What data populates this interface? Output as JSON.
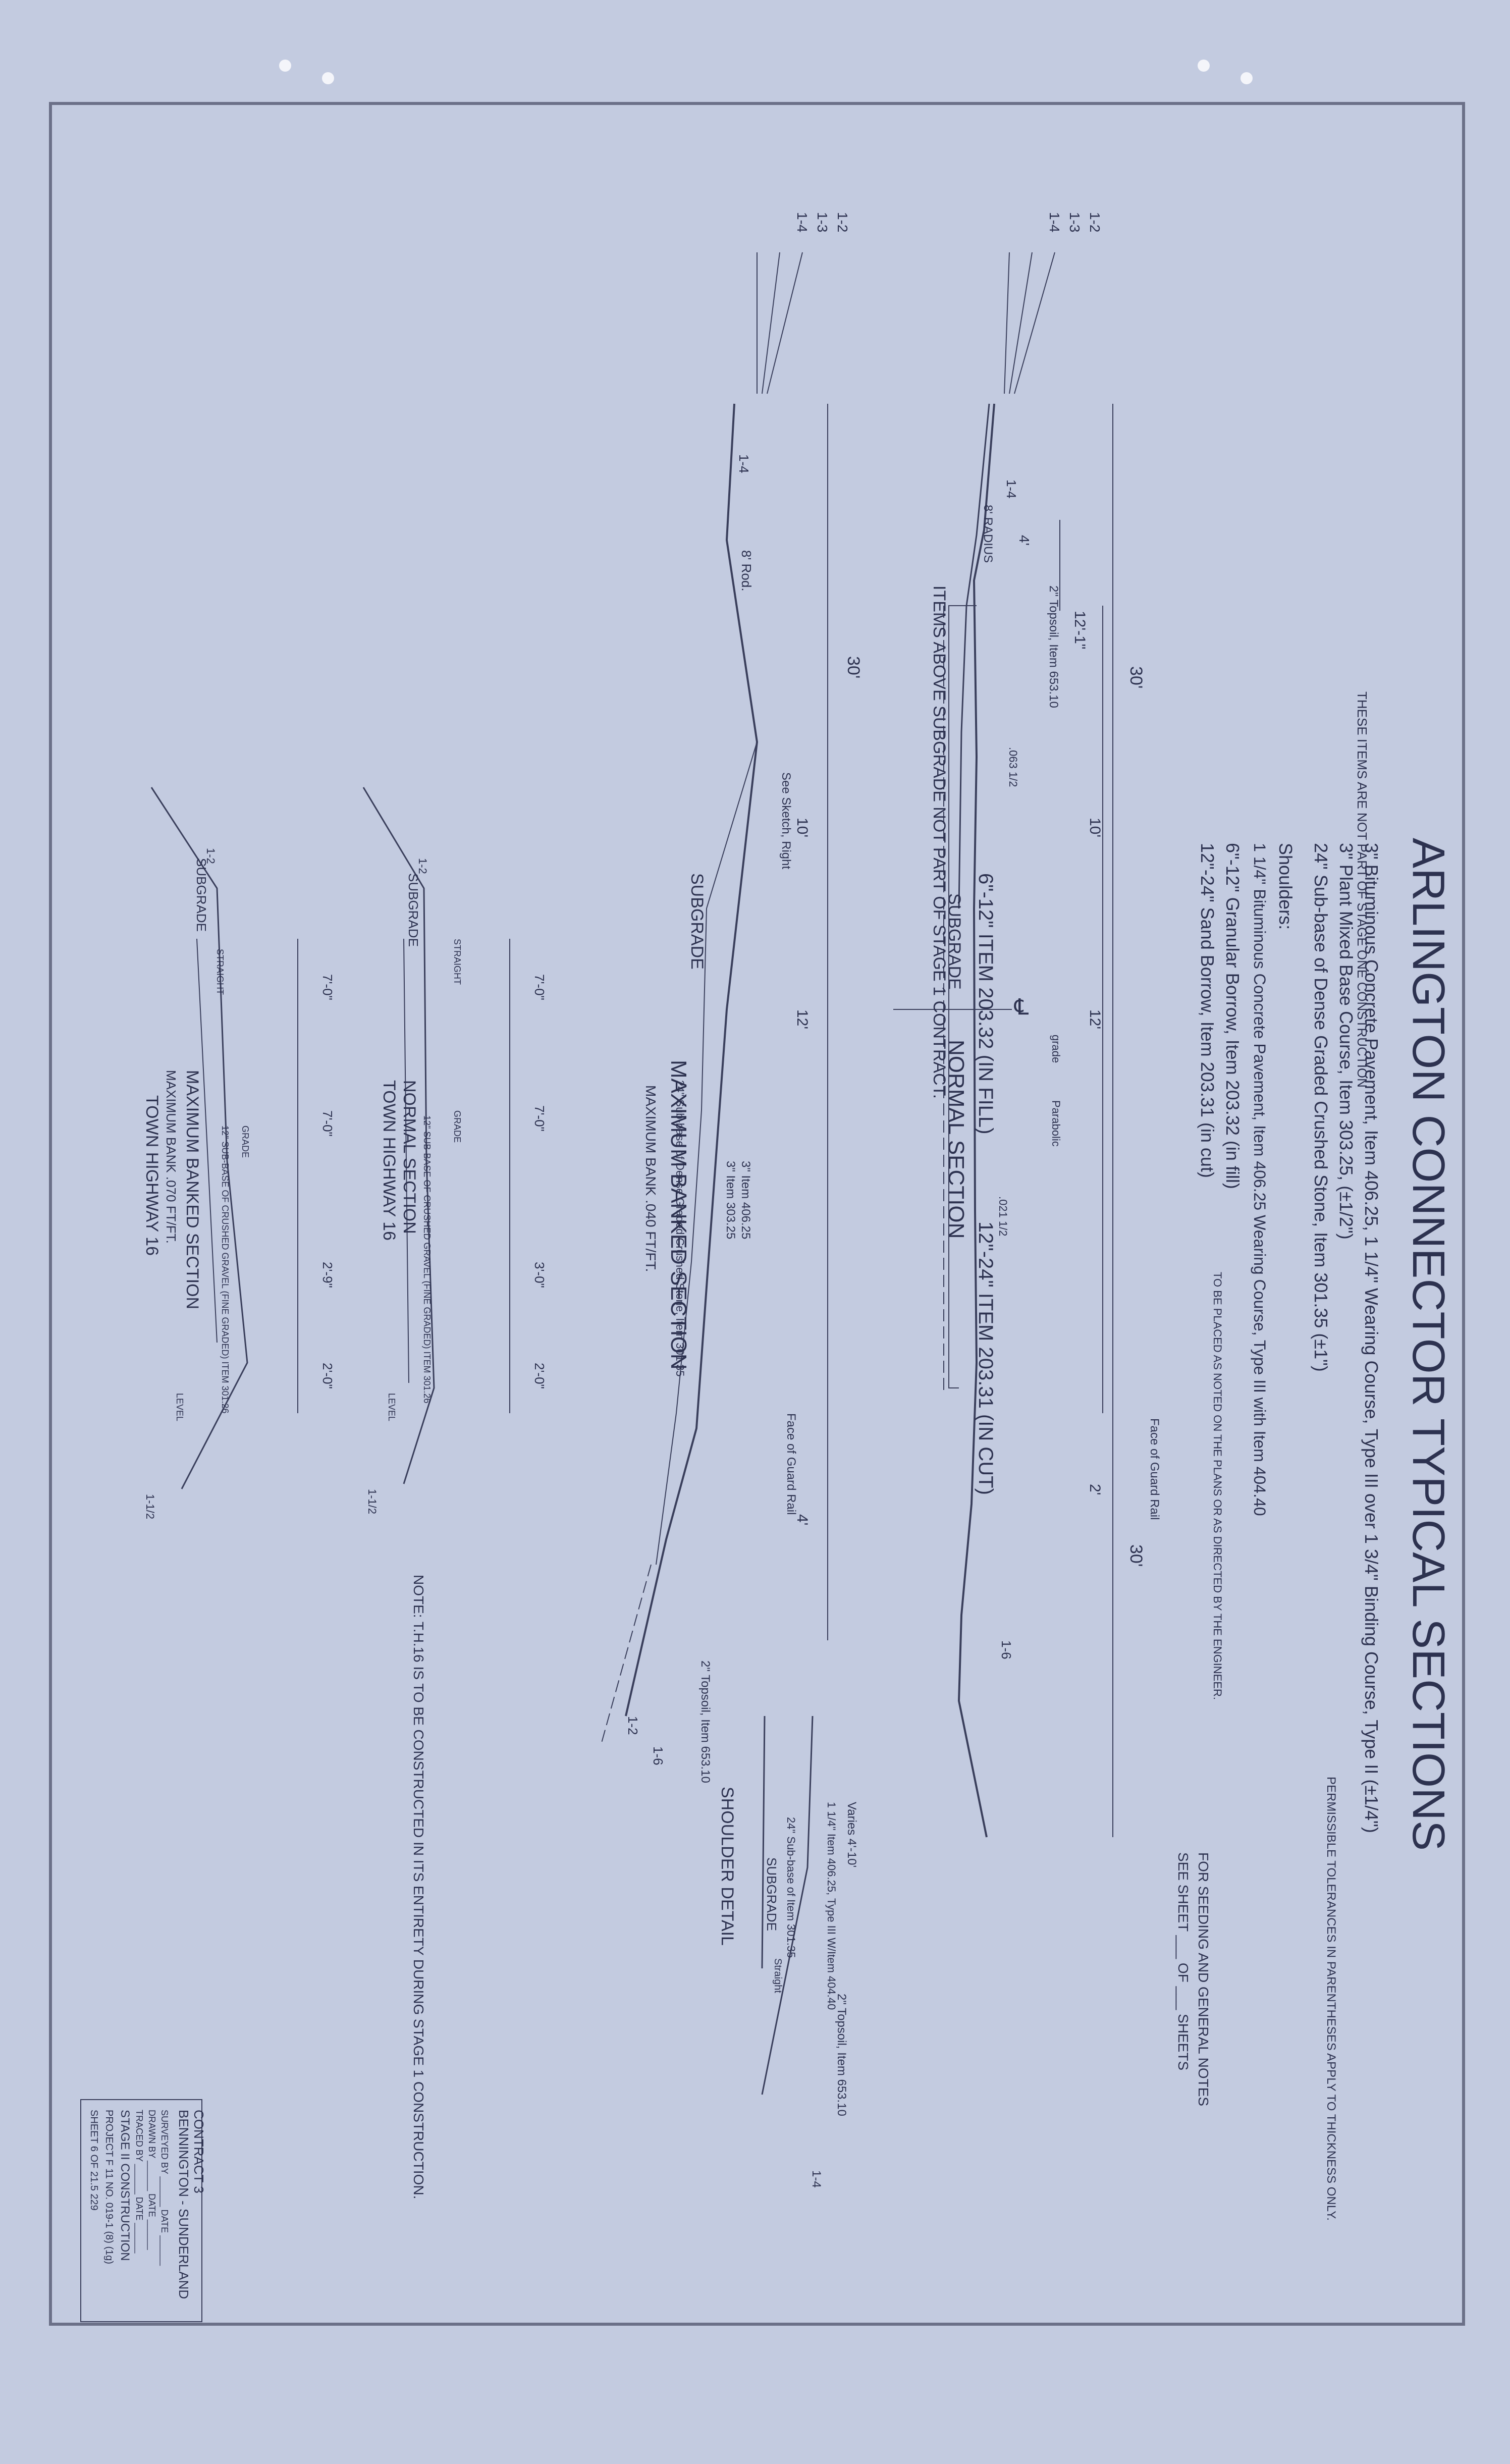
{
  "title": "ARLINGTON CONNECTOR TYPICAL SECTIONS",
  "items": {
    "line1": "3\" Bituminous Concrete Pavement, Item 406.25, 1 1/4\" Wearing Course, Type III over 1 3/4\" Binding Course, Type II (±1/4\")",
    "line2": "3\" Plant Mixed Base Course, Item 303.25, (±1/2\")",
    "line3": "24\" Sub-base of Dense Graded Crushed Stone, Item 301.35 (±1\")",
    "tolerance_note": "PERMISSIBLE TOLERANCES IN PARENTHESES APPLY TO THICKNESS ONLY.",
    "not_part_note": "THESE ITEMS ARE NOT PART OF STAGE ONE CONSTRUCTION",
    "shoulders_label": "Shoulders:",
    "shoulder_line1": "1 1/4\" Bituminous Concrete Pavement, Item 406.25 Wearing Course, Type III with Item 404.40",
    "shoulder_line2": "6\"-12\" Granular Borrow, Item 203.32 (in fill)",
    "shoulder_line3": "12\"-24\" Sand Borrow, Item 203.31 (in cut)",
    "placement_note": "TO BE PLACED AS NOTED ON THE PLANS OR AS DIRECTED BY THE ENGINEER."
  },
  "seeding_note": {
    "line1": "FOR SEEDING AND GENERAL NOTES",
    "line2": "SEE SHEET ___ OF ___ SHEETS"
  },
  "normal_section": {
    "title": "NORMAL SECTION",
    "subgrade": "SUBGRADE",
    "above_subgrade_note": "ITEMS ABOVE SUBGRADE NOT PART OF STAGE 1 CONTRACT.",
    "fill_item": "6\"-12\" ITEM 203.32 (IN FILL)",
    "cut_item": "12\"-24\" ITEM 203.31 (IN CUT)",
    "dim_30_left": "30'",
    "dim_30_right": "30'",
    "dim_12_1": "12'-1\"",
    "dim_10": "10'",
    "dim_12": "12'",
    "dim_2": "2'",
    "dim_4": "4'",
    "radius": "8' RADIUS",
    "topsoil": "2\" Topsoil, Item 653.10",
    "slope_14": "1-4",
    "slope_16": "1-6",
    "guard_rail": "Face of Guard Rail",
    "parabolic": "Parabolic",
    "grade": "grade",
    "crown": ".021 1/2",
    "shoulder_slope": ".063 1/2",
    "cl": "℄"
  },
  "banked_section": {
    "title": "MAXIMUM BANKED SECTION",
    "subtitle": "MAXIMUM BANK .040 FT/FT.",
    "subgrade": "SUBGRADE",
    "dim_30": "30'",
    "dim_10": "10'",
    "dim_12": "12'",
    "dim_4": "4'",
    "rod": "8' Rod.",
    "see_sketch": "See Sketch, Right",
    "subbase": "24\" Sub-base of Dense Graded Crushed Stone, Item 301.35",
    "item1": "3\" Item 406.25",
    "item2": "3\" Item 303.25",
    "topsoil": "2\" Topsoil, Item 653.10",
    "guard_rail": "Face of Guard Rail",
    "slope_14": "1-4",
    "slope_16": "1-6",
    "slope_12": "1-2"
  },
  "shoulder_detail": {
    "title": "SHOULDER DETAIL",
    "varies": "Varies 4'-10'",
    "item": "1 1/4\" Item 406.25, Type III W/Item 404.40",
    "subbase": "24\" Sub-base of Item 301.35",
    "subgrade": "SUBGRADE",
    "straight": "Straight",
    "topsoil": "2\" Topsoil, Item 653.10",
    "slope": "1-4"
  },
  "th_normal": {
    "title": "NORMAL SECTION",
    "subtitle": "TOWN HIGHWAY 16",
    "subgrade": "SUBGRADE",
    "dim_7a": "7'-0\"",
    "dim_7b": "7'-0\"",
    "dim_3": "3'-0\"",
    "dim_2": "2'-0\"",
    "subbase": "12\" SUB-BASE OF CRUSHED GRAVEL (FINE GRADED) ITEM 301.26",
    "grade": "GRADE",
    "straight": "STRAIGHT",
    "level": "LEVEL",
    "slope_12": "1-2",
    "slope_112": "1-1/2"
  },
  "th_banked": {
    "title": "MAXIMUM BANKED SECTION",
    "subtitle": "MAXIMUM BANK .070 FT/FT.",
    "subtitle2": "TOWN HIGHWAY 16",
    "subgrade": "SUBGRADE",
    "dim_7a": "7'-0\"",
    "dim_7b": "7'-0\"",
    "dim_29": "2'-9\"",
    "dim_2": "2'-0\"",
    "subbase": "12\" SUB-BASE OF CRUSHED GRAVEL (FINE GRADED) ITEM 301.26",
    "grade": "GRADE",
    "straight": "STRAIGHT",
    "level": "LEVEL",
    "slope_12": "1-2",
    "slope_112": "1-1/2"
  },
  "th_note": "NOTE: T.H.16 IS TO BE CONSTRUCTED IN ITS ENTIRETY DURING STAGE 1 CONSTRUCTION.",
  "legend_top": [
    "1-2",
    "1-3",
    "1-4"
  ],
  "legend_bottom": [
    "1-2",
    "1-3",
    "1-4"
  ],
  "title_block": {
    "contract": "CONTRACT 3",
    "project_name": "BENNINGTON - SUNDERLAND",
    "surveyed": "SURVEYED BY ______ DATE ______",
    "drawn": "DRAWN BY ______ DATE ______",
    "traced": "TRACED BY ______ DATE ______",
    "stage": "STAGE II CONSTRUCTION",
    "project": "PROJECT F 11 NO. 019-1 (8) (1g)",
    "sheet": "SHEET 6 OF 21.5 229"
  }
}
